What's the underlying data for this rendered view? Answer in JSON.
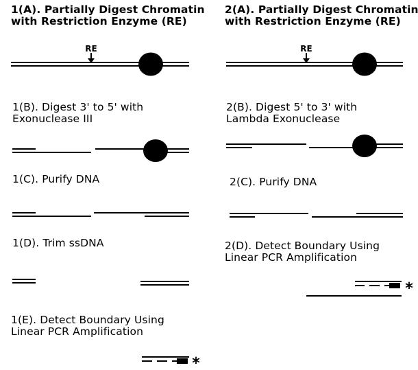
{
  "left": {
    "step_a": {
      "line1": "1(A). Partially Digest Chromatin",
      "line2": "with Restriction Enzyme (RE)"
    },
    "re_label": "RE",
    "step_b": {
      "line1": "1(B). Digest 3' to 5' with",
      "line2": "Exonuclease III"
    },
    "step_c": {
      "line1": "1(C). Purify DNA"
    },
    "step_d": {
      "line1": "1(D). Trim ssDNA"
    },
    "step_e": {
      "line1": "1(E). Detect Boundary Using",
      "line2": "Linear PCR Amplification"
    },
    "star": "*"
  },
  "right": {
    "step_a": {
      "line1": "2(A). Partially Digest Chromatin",
      "line2": "with Restriction Enzyme (RE)"
    },
    "re_label": "RE",
    "step_b": {
      "line1": "2(B). Digest 5' to 3' with",
      "line2": "Lambda Exonuclease"
    },
    "step_c": {
      "line1": "2(C). Purify DNA"
    },
    "step_d": {
      "line1": "2(D). Detect Boundary Using",
      "line2": "Linear PCR Amplification"
    },
    "star": "*"
  },
  "colors": {
    "ink": "#000000",
    "background": "#ffffff"
  }
}
